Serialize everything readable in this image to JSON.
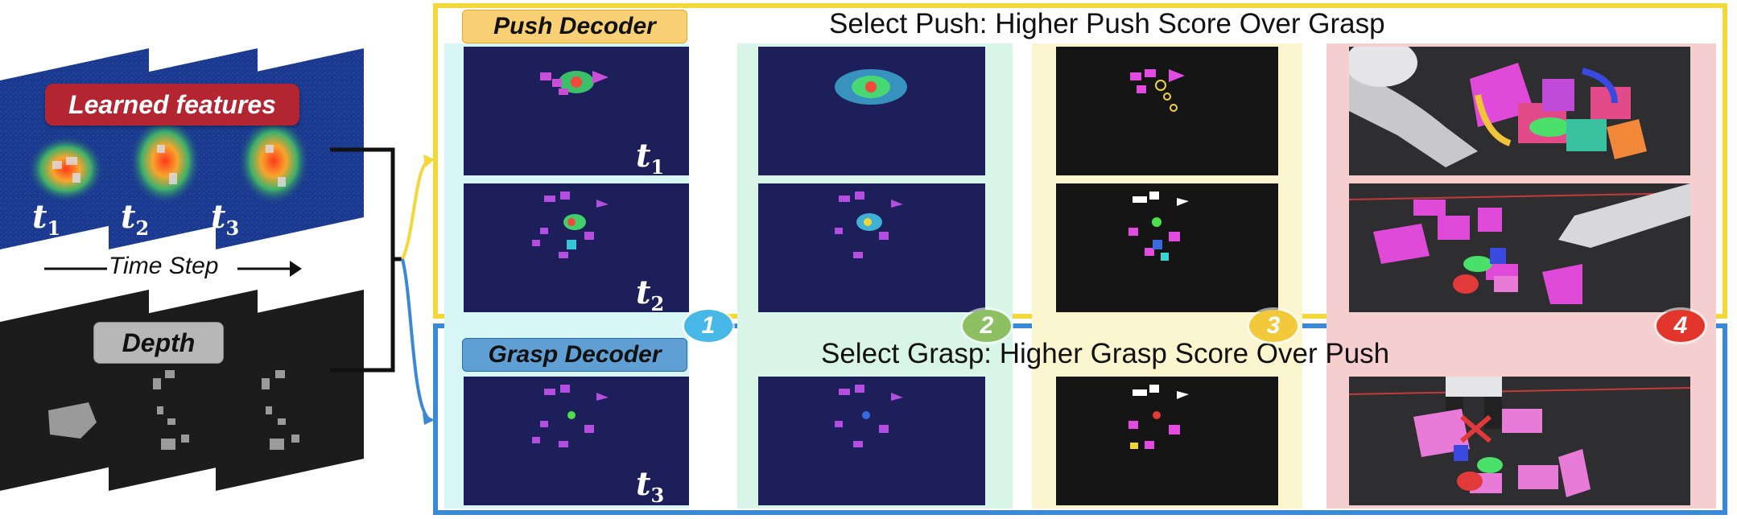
{
  "left": {
    "learned_label": "Learned features",
    "depth_label": "Depth",
    "t_labels": [
      {
        "t": "t",
        "sub": "1"
      },
      {
        "t": "t",
        "sub": "2"
      },
      {
        "t": "t",
        "sub": "3"
      }
    ],
    "time_step": "Time Step"
  },
  "push": {
    "decoder_label": "Push Decoder",
    "heading": "Select Push: Higher Push Score Over Grasp"
  },
  "grasp": {
    "decoder_label": "Grasp Decoder",
    "heading": "Select Grasp: Higher Grasp Score Over Push"
  },
  "steps": [
    "1",
    "2",
    "3",
    "4"
  ],
  "image_t_labels": [
    {
      "t": "t",
      "sub": "1"
    },
    {
      "t": "t",
      "sub": "2"
    },
    {
      "t": "t",
      "sub": "3"
    }
  ],
  "colors": {
    "push_frame": "#f4d83a",
    "grasp_frame": "#3a89d6",
    "col1_bg": "#d9f6f6",
    "col2_bg": "#d8f5e7",
    "col3_bg": "#fbf6cf",
    "col4_bg": "#f5cfcf",
    "circle1": "#47b7e8",
    "circle2": "#8cc063",
    "circle3": "#f1c93b",
    "circle4": "#e2352c"
  }
}
